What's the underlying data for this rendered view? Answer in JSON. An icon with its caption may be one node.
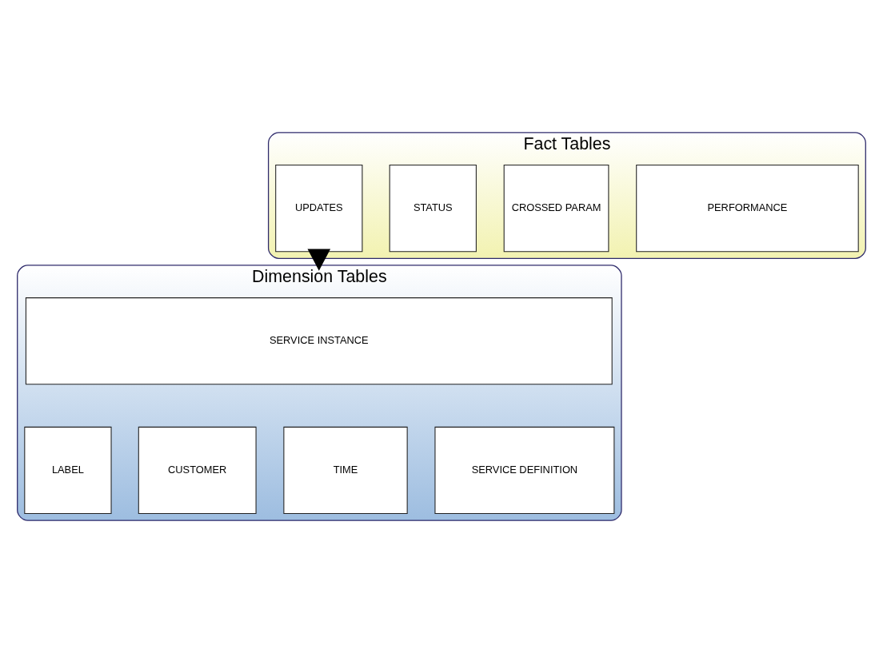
{
  "diagram": {
    "nodes": [
      {
        "text": [
          "Fact Tables"
        ]
      },
      {
        "text": [
          "UPDATES"
        ],
        "in": 0
      },
      {
        "text": [
          "STATUS"
        ],
        "in": 0
      },
      {
        "text": [
          "CROSSED PARAM"
        ],
        "in": 0
      },
      {
        "text": [
          "PERFORMANCE"
        ],
        "in": 0
      },
      {
        "text": [
          "Dimension Tables"
        ]
      },
      {
        "text": [
          "SERVICE INSTANCE"
        ],
        "in": 5
      },
      {
        "text": [
          "LABEL"
        ],
        "in": 5
      },
      {
        "text": [
          "CUSTOMER"
        ],
        "in": 5
      },
      {
        "text": [
          "TIME"
        ],
        "in": 5
      },
      {
        "text": [
          "SERVICE DEFINITION"
        ],
        "in": 5
      }
    ],
    "edges": [
      {
        "from": 0,
        "to": 5,
        "arrow": "to",
        "style": "dashed"
      }
    ]
  }
}
